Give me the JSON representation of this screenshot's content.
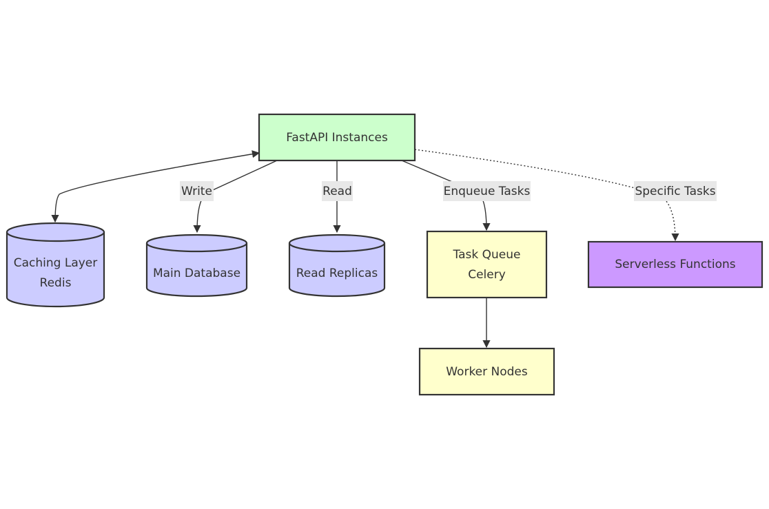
{
  "nodes": {
    "fastapi": {
      "label": "FastAPI Instances",
      "fill": "#ccffcc"
    },
    "cache": {
      "line1": "Caching Layer",
      "line2": "Redis",
      "fill": "#ccccff"
    },
    "maindb": {
      "label": "Main Database",
      "fill": "#ccccff"
    },
    "replicas": {
      "label": "Read Replicas",
      "fill": "#ccccff"
    },
    "queue": {
      "line1": "Task Queue",
      "line2": "Celery",
      "fill": "#ffffcc"
    },
    "workers": {
      "label": "Worker Nodes",
      "fill": "#ffffcc"
    },
    "serverless": {
      "label": "Serverless Functions",
      "fill": "#cc99ff"
    }
  },
  "edges": {
    "write": "Write",
    "read": "Read",
    "enqueue": "Enqueue Tasks",
    "specific": "Specific Tasks"
  }
}
